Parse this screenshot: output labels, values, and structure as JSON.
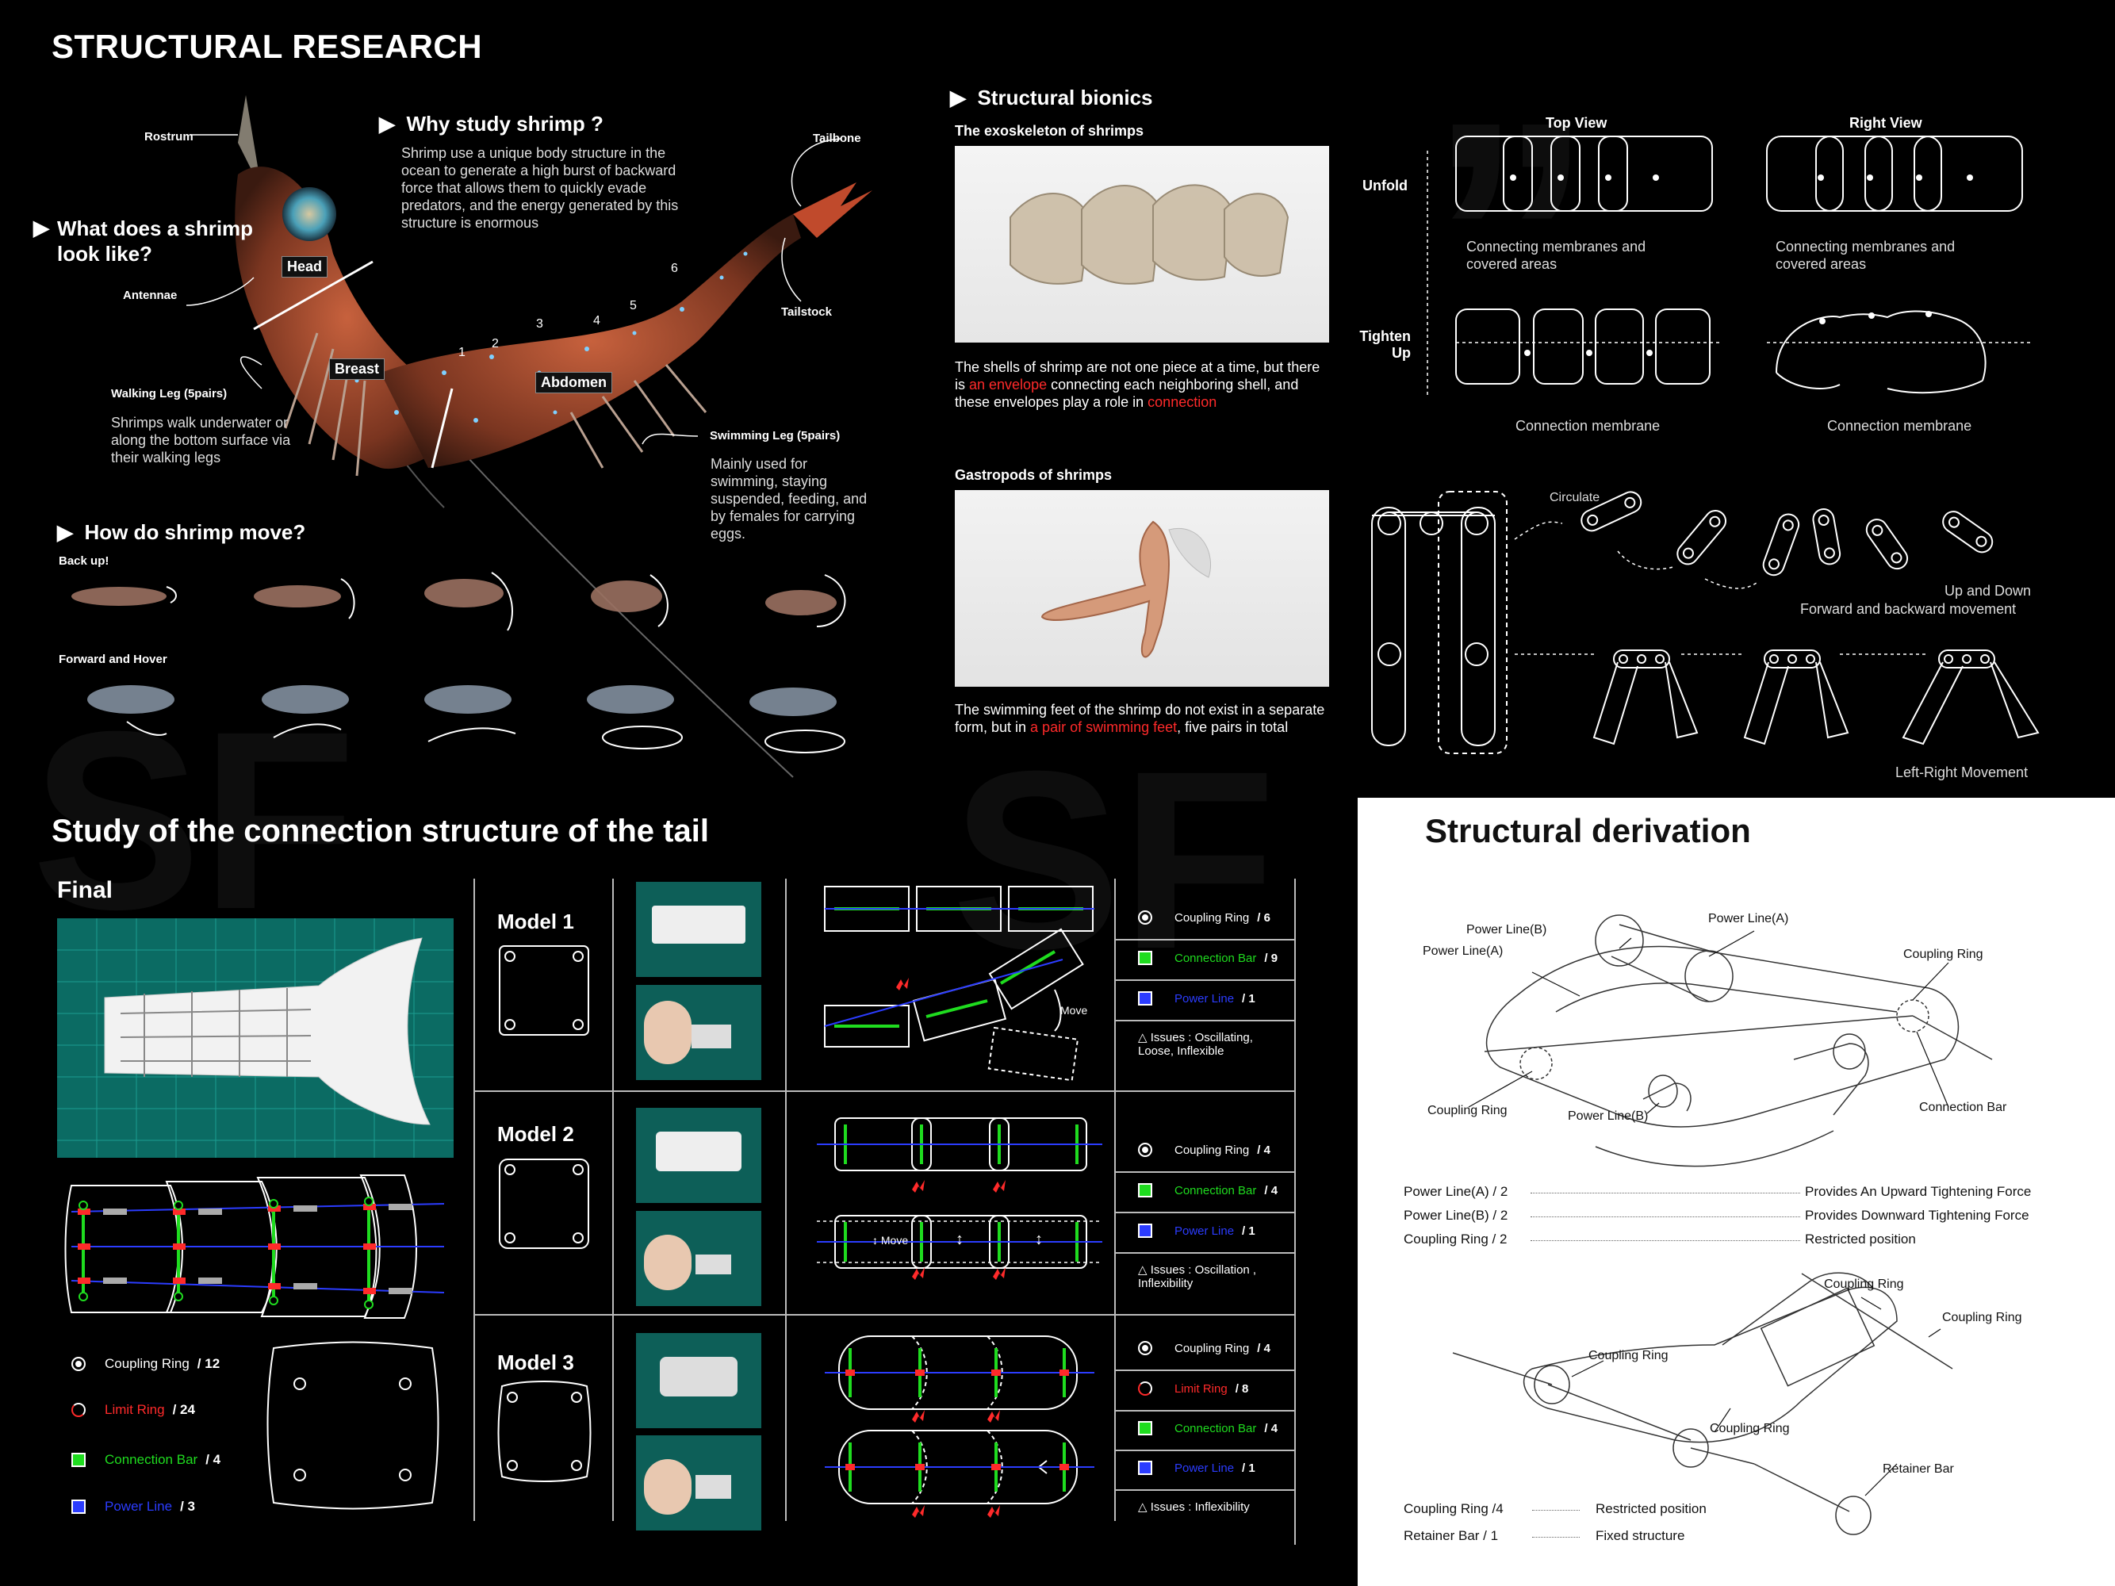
{
  "top_left": {
    "title": "STRUCTURAL RESEARCH",
    "why_heading": "Why study shrimp ?",
    "why_text": "Shrimp use a unique body structure in the ocean to generate a high burst of backward force that allows them to quickly evade predators, and the energy generated by this structure is enormous",
    "what_heading": "What does a shrimp look like?",
    "labels": {
      "rostrum": "Rostrum",
      "tailbone": "Tailbone",
      "head": "Head",
      "antennae": "Antennae",
      "tailstock": "Tailstock",
      "breast": "Breast",
      "abdomen": "Abdomen",
      "walking_leg": "Walking Leg (5pairs)",
      "walking_leg_text": "Shrimps walk underwater or along the bottom surface via their walking legs",
      "swimming_leg": "Swimming Leg (5pairs)",
      "swimming_leg_text": "Mainly used for swimming, staying suspended, feeding, and by females for carrying eggs.",
      "segments": [
        "1",
        "2",
        "3",
        "4",
        "5",
        "6"
      ]
    },
    "move_heading": "How do shrimp move?",
    "back_up": "Back up!",
    "forward_hover": "Forward and Hover"
  },
  "top_right": {
    "heading": "Structural bionics",
    "exo_title": "The exoskeleton of shrimps",
    "exo_text_a": "The shells of shrimp are not one piece at a time, but there is ",
    "exo_text_red1": "an envelope",
    "exo_text_b": " connecting each neighboring shell, and these envelopes play a role in ",
    "exo_text_red2": "connection",
    "gastro_title": "Gastropods of shrimps",
    "gastro_text_a": "The swimming feet of the shrimp do not exist in a separate form, but in ",
    "gastro_text_red": "a pair of swimming feet",
    "gastro_text_b": ", five pairs in total",
    "top_view": "Top View",
    "right_view": "Right View",
    "unfold": "Unfold",
    "tighten_up": "Tighten Up",
    "connecting_membranes": "Connecting membranes and covered areas",
    "connection_membrane": "Connection membrane",
    "circulate": "Circulate",
    "up_down": "Up and Down",
    "fwd_back": "Forward and backward movement",
    "left_right": "Left-Right Movement"
  },
  "bottom_left": {
    "title": "Study of the connection structure of the tail",
    "final": "Final",
    "final_legend": [
      {
        "label": "Coupling Ring",
        "count": "/ 12",
        "color": "#ffffff"
      },
      {
        "label": "Limit Ring",
        "count": "/ 24",
        "color": "#ff2a2a"
      },
      {
        "label": "Connection Bar",
        "count": "/ 4",
        "color": "#1fdc1f"
      },
      {
        "label": "Power Line",
        "count": "/ 3",
        "color": "#2b3cff"
      }
    ],
    "models": [
      {
        "name": "Model 1",
        "move": "Move",
        "legend": [
          {
            "label": "Coupling Ring",
            "count": "/ 6",
            "color": "#ffffff"
          },
          {
            "label": "Connection Bar",
            "count": "/ 9",
            "color": "#1fdc1f"
          },
          {
            "label": "Power Line",
            "count": "/ 1",
            "color": "#2b3cff"
          }
        ],
        "issues": "Issues : Oscillating, Loose, Inflexible"
      },
      {
        "name": "Model 2",
        "move": "Move",
        "legend": [
          {
            "label": "Coupling Ring",
            "count": "/ 4",
            "color": "#ffffff"
          },
          {
            "label": "Connection Bar",
            "count": "/ 4",
            "color": "#1fdc1f"
          },
          {
            "label": "Power Line",
            "count": "/ 1",
            "color": "#2b3cff"
          }
        ],
        "issues": "Issues : Oscillation , Inflexibility"
      },
      {
        "name": "Model 3",
        "legend": [
          {
            "label": "Coupling Ring",
            "count": "/ 4",
            "color": "#ffffff"
          },
          {
            "label": "Limit Ring",
            "count": "/ 8",
            "color": "#ff2a2a"
          },
          {
            "label": "Connection Bar",
            "count": "/ 4",
            "color": "#1fdc1f"
          },
          {
            "label": "Power Line",
            "count": "/ 1",
            "color": "#2b3cff"
          }
        ],
        "issues": "Issues : Inflexibility"
      }
    ]
  },
  "bottom_right": {
    "title": "Structural derivation",
    "labels": {
      "power_line_b_top": "Power Line(B)",
      "power_line_a_top": "Power Line(A)",
      "power_line_a_left": "Power Line(A)",
      "coupling_ring_tr": "Coupling Ring",
      "coupling_ring_l": "Coupling Ring",
      "power_line_b_mid": "Power Line(B)",
      "connection_bar": "Connection Bar",
      "coupling_ring_b1": "Coupling Ring",
      "coupling_ring_b2": "Coupling Ring",
      "coupling_ring_b3": "Coupling Ring",
      "coupling_ring_b4": "Coupling Ring",
      "retainer_bar": "Retainer Bar"
    },
    "spec1": [
      {
        "left": "Power Line(A) / 2",
        "right": "Provides An Upward Tightening Force"
      },
      {
        "left": "Power Line(B) / 2",
        "right": "Provides Downward Tightening Force"
      },
      {
        "left": "Coupling Ring / 2",
        "right": "Restricted position"
      }
    ],
    "spec2": [
      {
        "left": "Coupling Ring  /4",
        "right": "Restricted position"
      },
      {
        "left": "Retainer Bar / 1",
        "right": "Fixed structure"
      }
    ]
  }
}
